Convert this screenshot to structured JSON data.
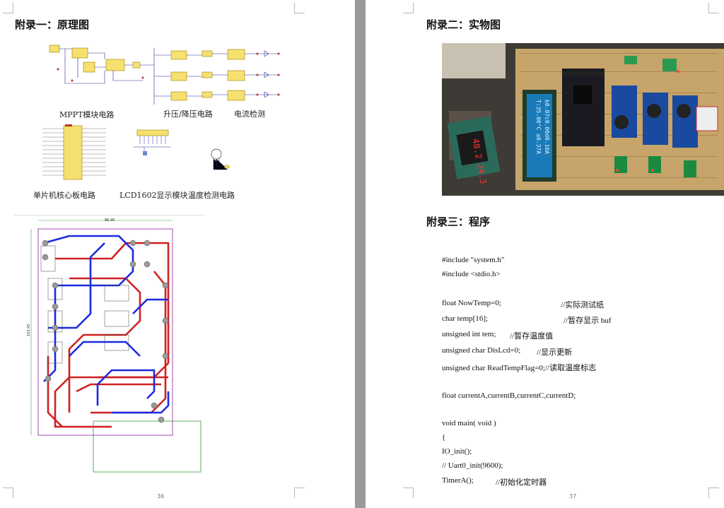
{
  "left_page": {
    "heading": "附录一：原理图",
    "captions": {
      "mppt": "MPPT模块电路",
      "boost": "升压/降压电路",
      "current": "电流检测",
      "mcu": "单片机核心板电路",
      "lcd": "LCD1602显示模块",
      "temp": "温度检测电路"
    },
    "pcb": {
      "width_label": "86.90",
      "height_label": "103.45"
    },
    "page_number": "36"
  },
  "right_page": {
    "heading_photo": "附录二：实物图",
    "heading_code": "附录三：程序",
    "photo": {
      "lcd_line1": "T:35.00°C a0.37A",
      "lcd_line2": "b0.07c0.00d0.10A",
      "led_display": "48.2 24.3"
    },
    "code_lines": [
      {
        "a": "#include \"system.h\"",
        "b": "",
        "c": ""
      },
      {
        "a": "#include <stdio.h>",
        "b": "",
        "c": ""
      },
      {
        "a": "",
        "b": "",
        "c": ""
      },
      {
        "a": "float      NowTemp=0;",
        "b": "//实际测试纸",
        "c": ""
      },
      {
        "a": "char temp[16];",
        "b": "//暂存显示 buf",
        "c": ""
      },
      {
        "a": "unsigned int tem;",
        "b": "//暂存温度值",
        "c": ""
      },
      {
        "a": "unsigned char DisLcd=0;",
        "b": "//显示更新",
        "c": ""
      },
      {
        "a": "unsigned char ReadTempFlag=0;//读取温度标志",
        "b": "",
        "c": ""
      },
      {
        "a": "",
        "b": "",
        "c": ""
      },
      {
        "a": "float currentA,currentB,currentC,currentD;",
        "b": "",
        "c": ""
      },
      {
        "a": "",
        "b": "",
        "c": ""
      },
      {
        "a": "void main( void )",
        "b": "",
        "c": ""
      },
      {
        "a": "{",
        "b": "",
        "c": ""
      },
      {
        "a": "   IO_init();",
        "b": "",
        "c": ""
      },
      {
        "a": "//     Uart0_init(9600);",
        "b": "",
        "c": ""
      },
      {
        "a": "   TimerA();",
        "b": "//初始化定时器",
        "c": ""
      }
    ],
    "page_number": "37"
  }
}
